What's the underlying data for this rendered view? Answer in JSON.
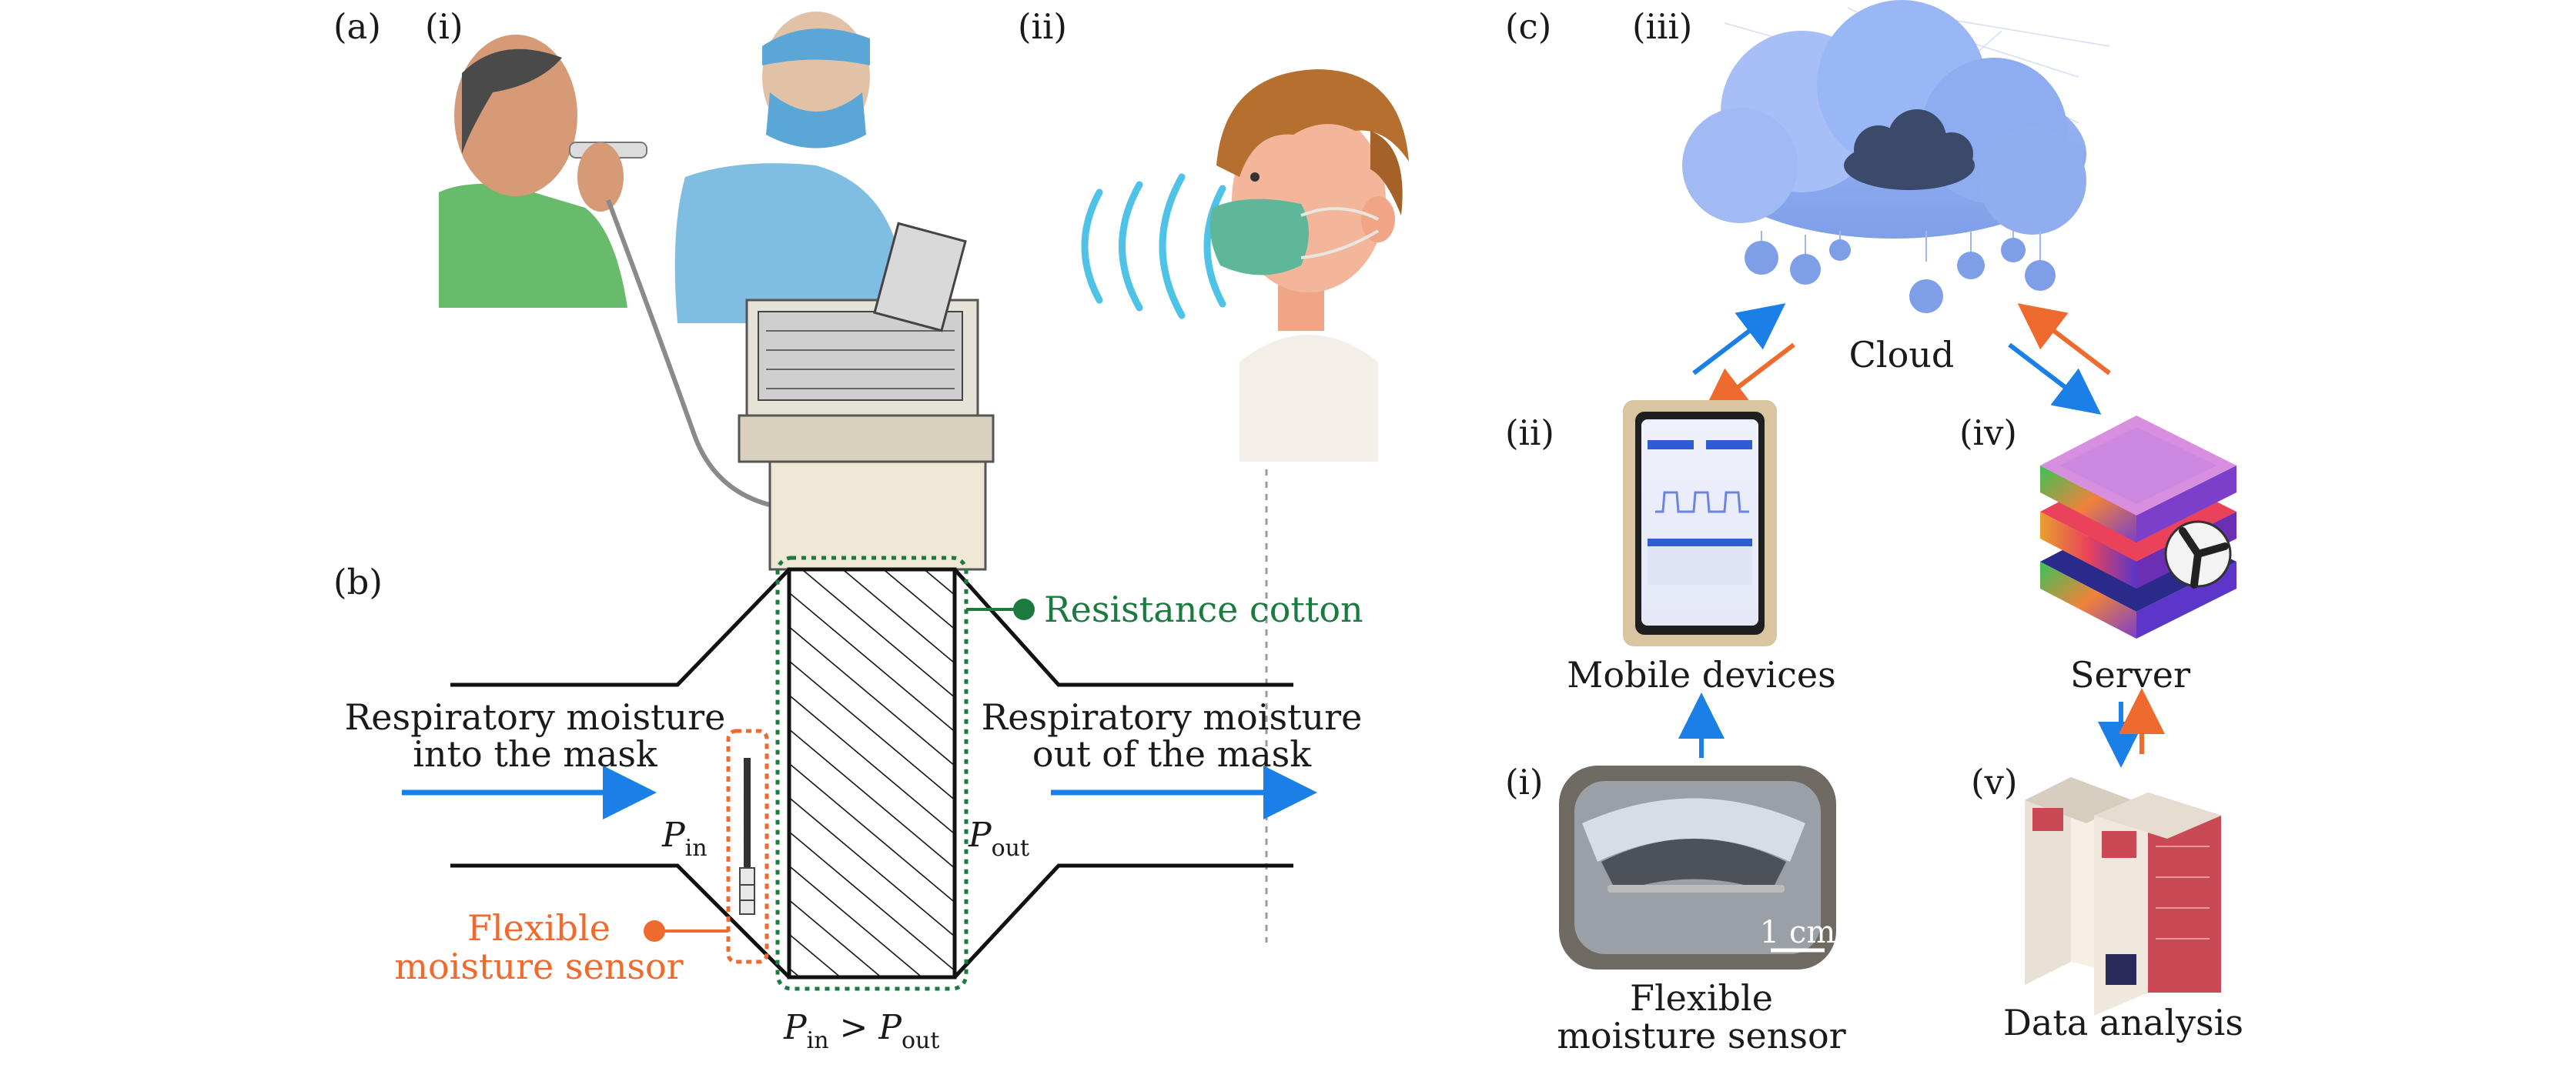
{
  "panels": {
    "a": "(a)",
    "a_i": "(i)",
    "a_ii": "(ii)",
    "b": "(b)",
    "c": "(c)",
    "c_i": "(i)",
    "c_ii": "(ii)",
    "c_iii": "(iii)",
    "c_iv": "(iv)",
    "c_v": "(v)"
  },
  "diagram_b": {
    "left_label_line1": "Respiratory moisture",
    "left_label_line2": "into the mask",
    "right_label_line1": "Respiratory moisture",
    "right_label_line2": "out of the mask",
    "resistance_label": "Resistance cotton",
    "sensor_label_line1": "Flexible",
    "sensor_label_line2": "moisture sensor",
    "p_in": "P",
    "p_in_sub": "in",
    "p_out": "P",
    "p_out_sub": "out",
    "inequality_p1": "P",
    "inequality_sub1": "in",
    "inequality_op": " > ",
    "inequality_p2": "P",
    "inequality_sub2": "out"
  },
  "diagram_c": {
    "cloud": "Cloud",
    "mobile": "Mobile devices",
    "server": "Server",
    "sensor_line1": "Flexible",
    "sensor_line2": "moisture sensor",
    "data_analysis": "Data analysis",
    "scale_bar": "1 cm"
  },
  "colors": {
    "blue_arrow": "#1a7fe6",
    "orange_arrow": "#ee6a2e",
    "green": "#1b7a3e",
    "orange_text": "#ee6a2e",
    "cloud": "#8fb0f2"
  }
}
